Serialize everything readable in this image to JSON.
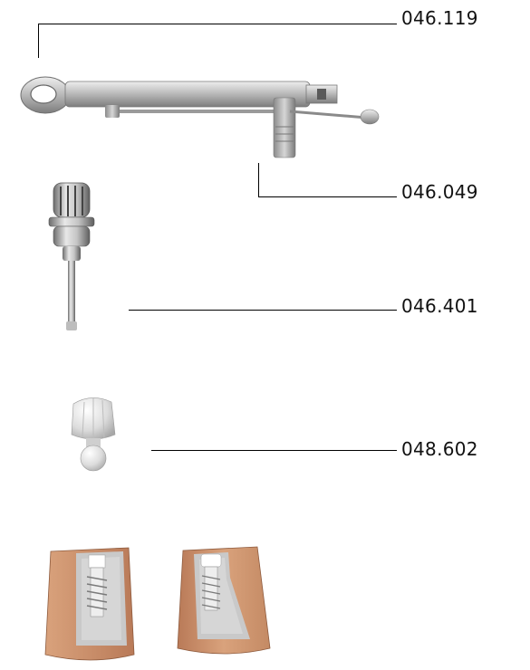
{
  "parts": [
    {
      "code": "046.119"
    },
    {
      "code": "046.049"
    },
    {
      "code": "046.401"
    },
    {
      "code": "048.602"
    }
  ],
  "colors": {
    "metal": "#b8b8b8",
    "bone": "#d9a27c",
    "bone_shadow": "#b97a58",
    "cutaway": "#c9c9c9"
  }
}
